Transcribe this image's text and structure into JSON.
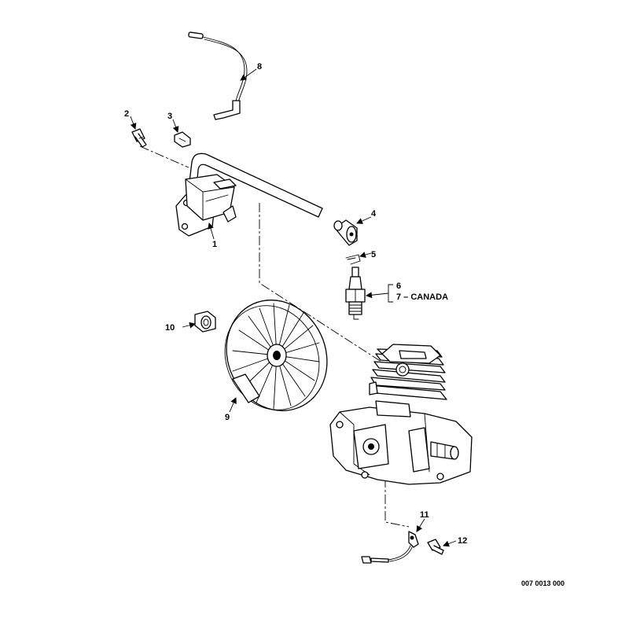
{
  "callouts": {
    "c1": "1",
    "c2": "2",
    "c3": "3",
    "c4": "4",
    "c5": "5",
    "c6": "6",
    "c7": "7 – CANADA",
    "c8": "8",
    "c9": "9",
    "c10": "10",
    "c11": "11",
    "c12": "12"
  },
  "reference_number": "007 0013 000"
}
